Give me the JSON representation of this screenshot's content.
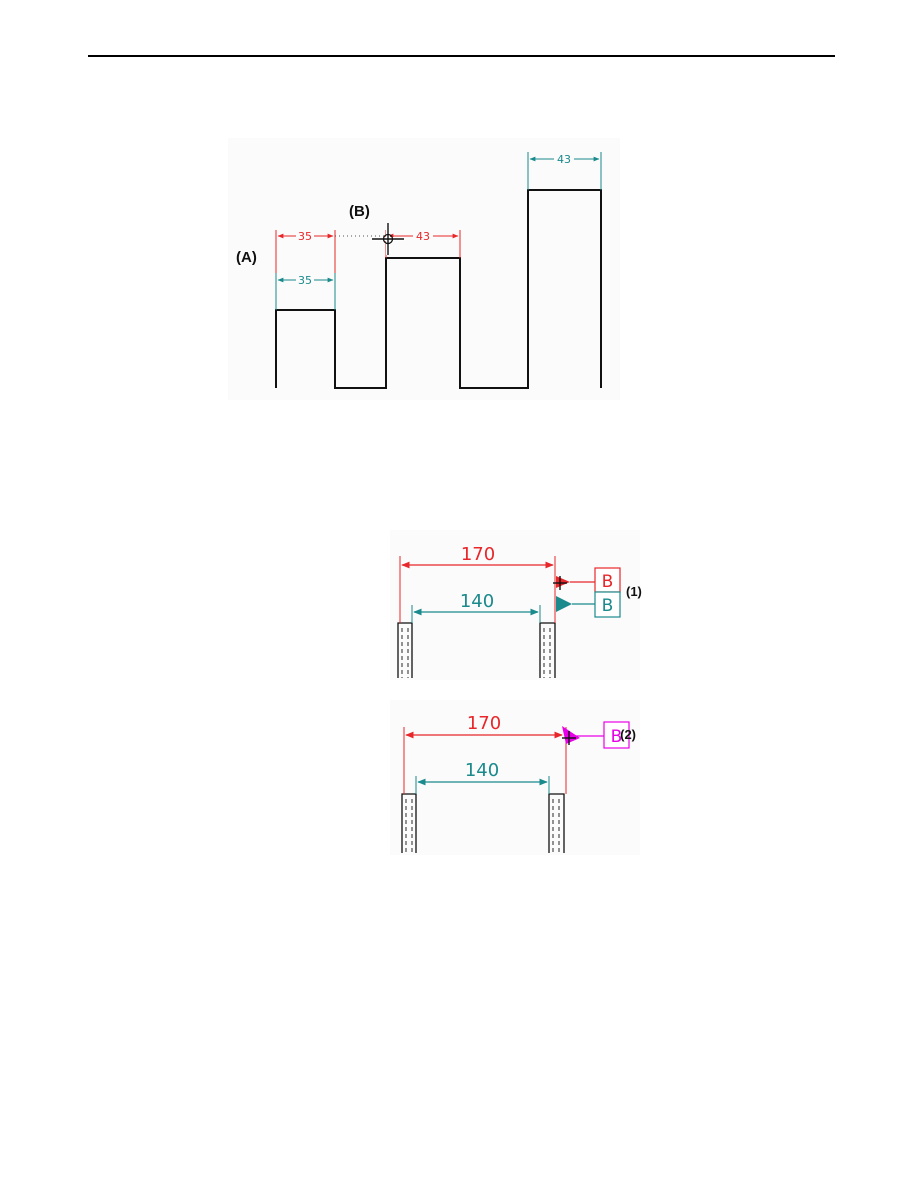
{
  "figure1": {
    "callout_a": "(A)",
    "callout_b": "(B)",
    "dim_red_left": "35",
    "dim_teal_left": "35",
    "dim_red_mid": "43",
    "dim_teal_right": "43"
  },
  "figure2": {
    "dim_outer": "170",
    "dim_inner": "140",
    "datum_red": "B",
    "datum_teal": "B",
    "callout": "(1)"
  },
  "figure3": {
    "dim_outer": "170",
    "dim_inner": "140",
    "datum_magenta": "B",
    "callout": "(2)"
  },
  "colors": {
    "red": "#e8272a",
    "teal": "#1a8a8c",
    "magenta": "#e800e8",
    "outline": "#111111"
  }
}
